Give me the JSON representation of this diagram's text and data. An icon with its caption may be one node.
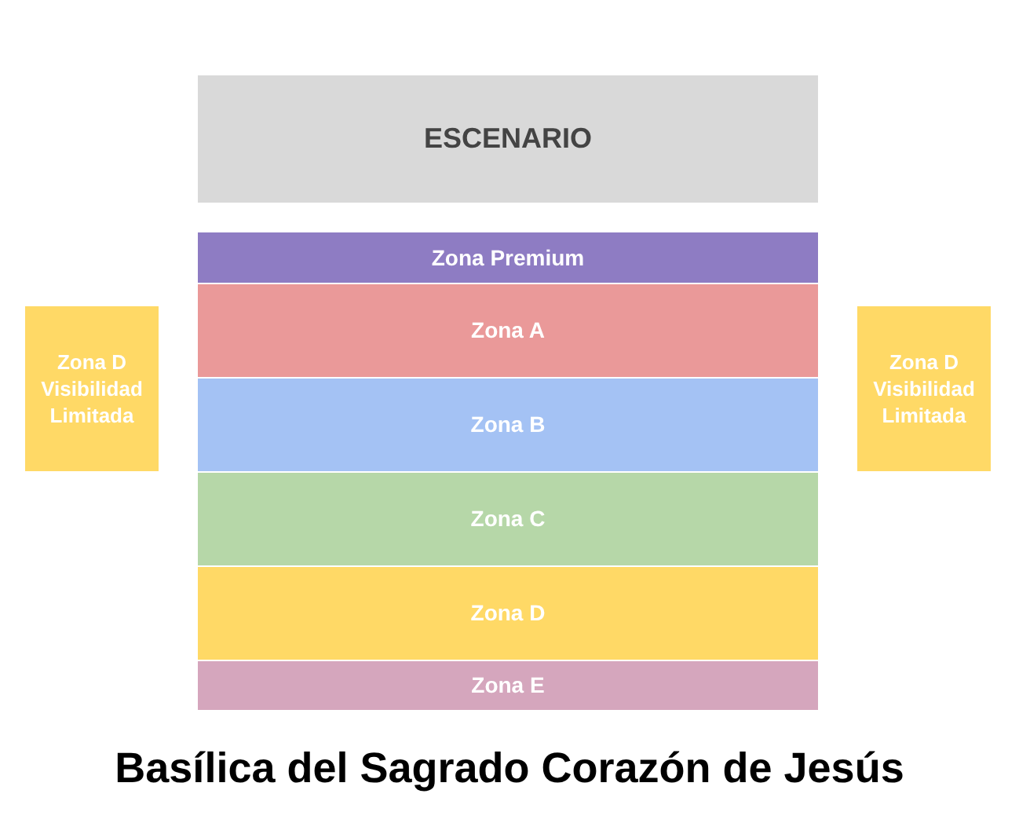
{
  "diagram": {
    "caption": "Basílica del Sagrado Corazón de Jesús",
    "nodes": [
      {
        "text": [
          "ESCENARIO"
        ]
      },
      {
        "text": [
          "Zona Premium"
        ]
      },
      {
        "text": [
          "Zona A"
        ]
      },
      {
        "text": [
          "Zona B"
        ]
      },
      {
        "text": [
          "Zona C"
        ]
      },
      {
        "text": [
          "Zona D"
        ]
      },
      {
        "text": [
          "Zona E"
        ]
      },
      {
        "text": [
          "Zona D Visibilidad Limitada"
        ]
      },
      {
        "text": [
          "Zona D Visibilidad Limitada"
        ]
      }
    ]
  }
}
